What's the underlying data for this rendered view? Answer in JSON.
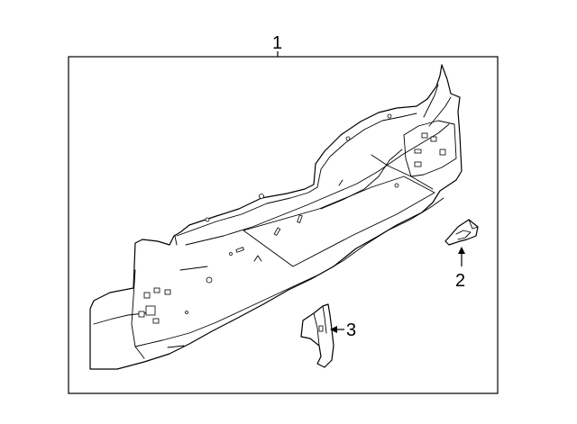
{
  "diagram": {
    "callouts": [
      {
        "id": "1",
        "label": "1"
      },
      {
        "id": "2",
        "label": "2"
      },
      {
        "id": "3",
        "label": "3"
      }
    ],
    "colors": {
      "stroke": "#000000",
      "background": "#ffffff"
    }
  }
}
